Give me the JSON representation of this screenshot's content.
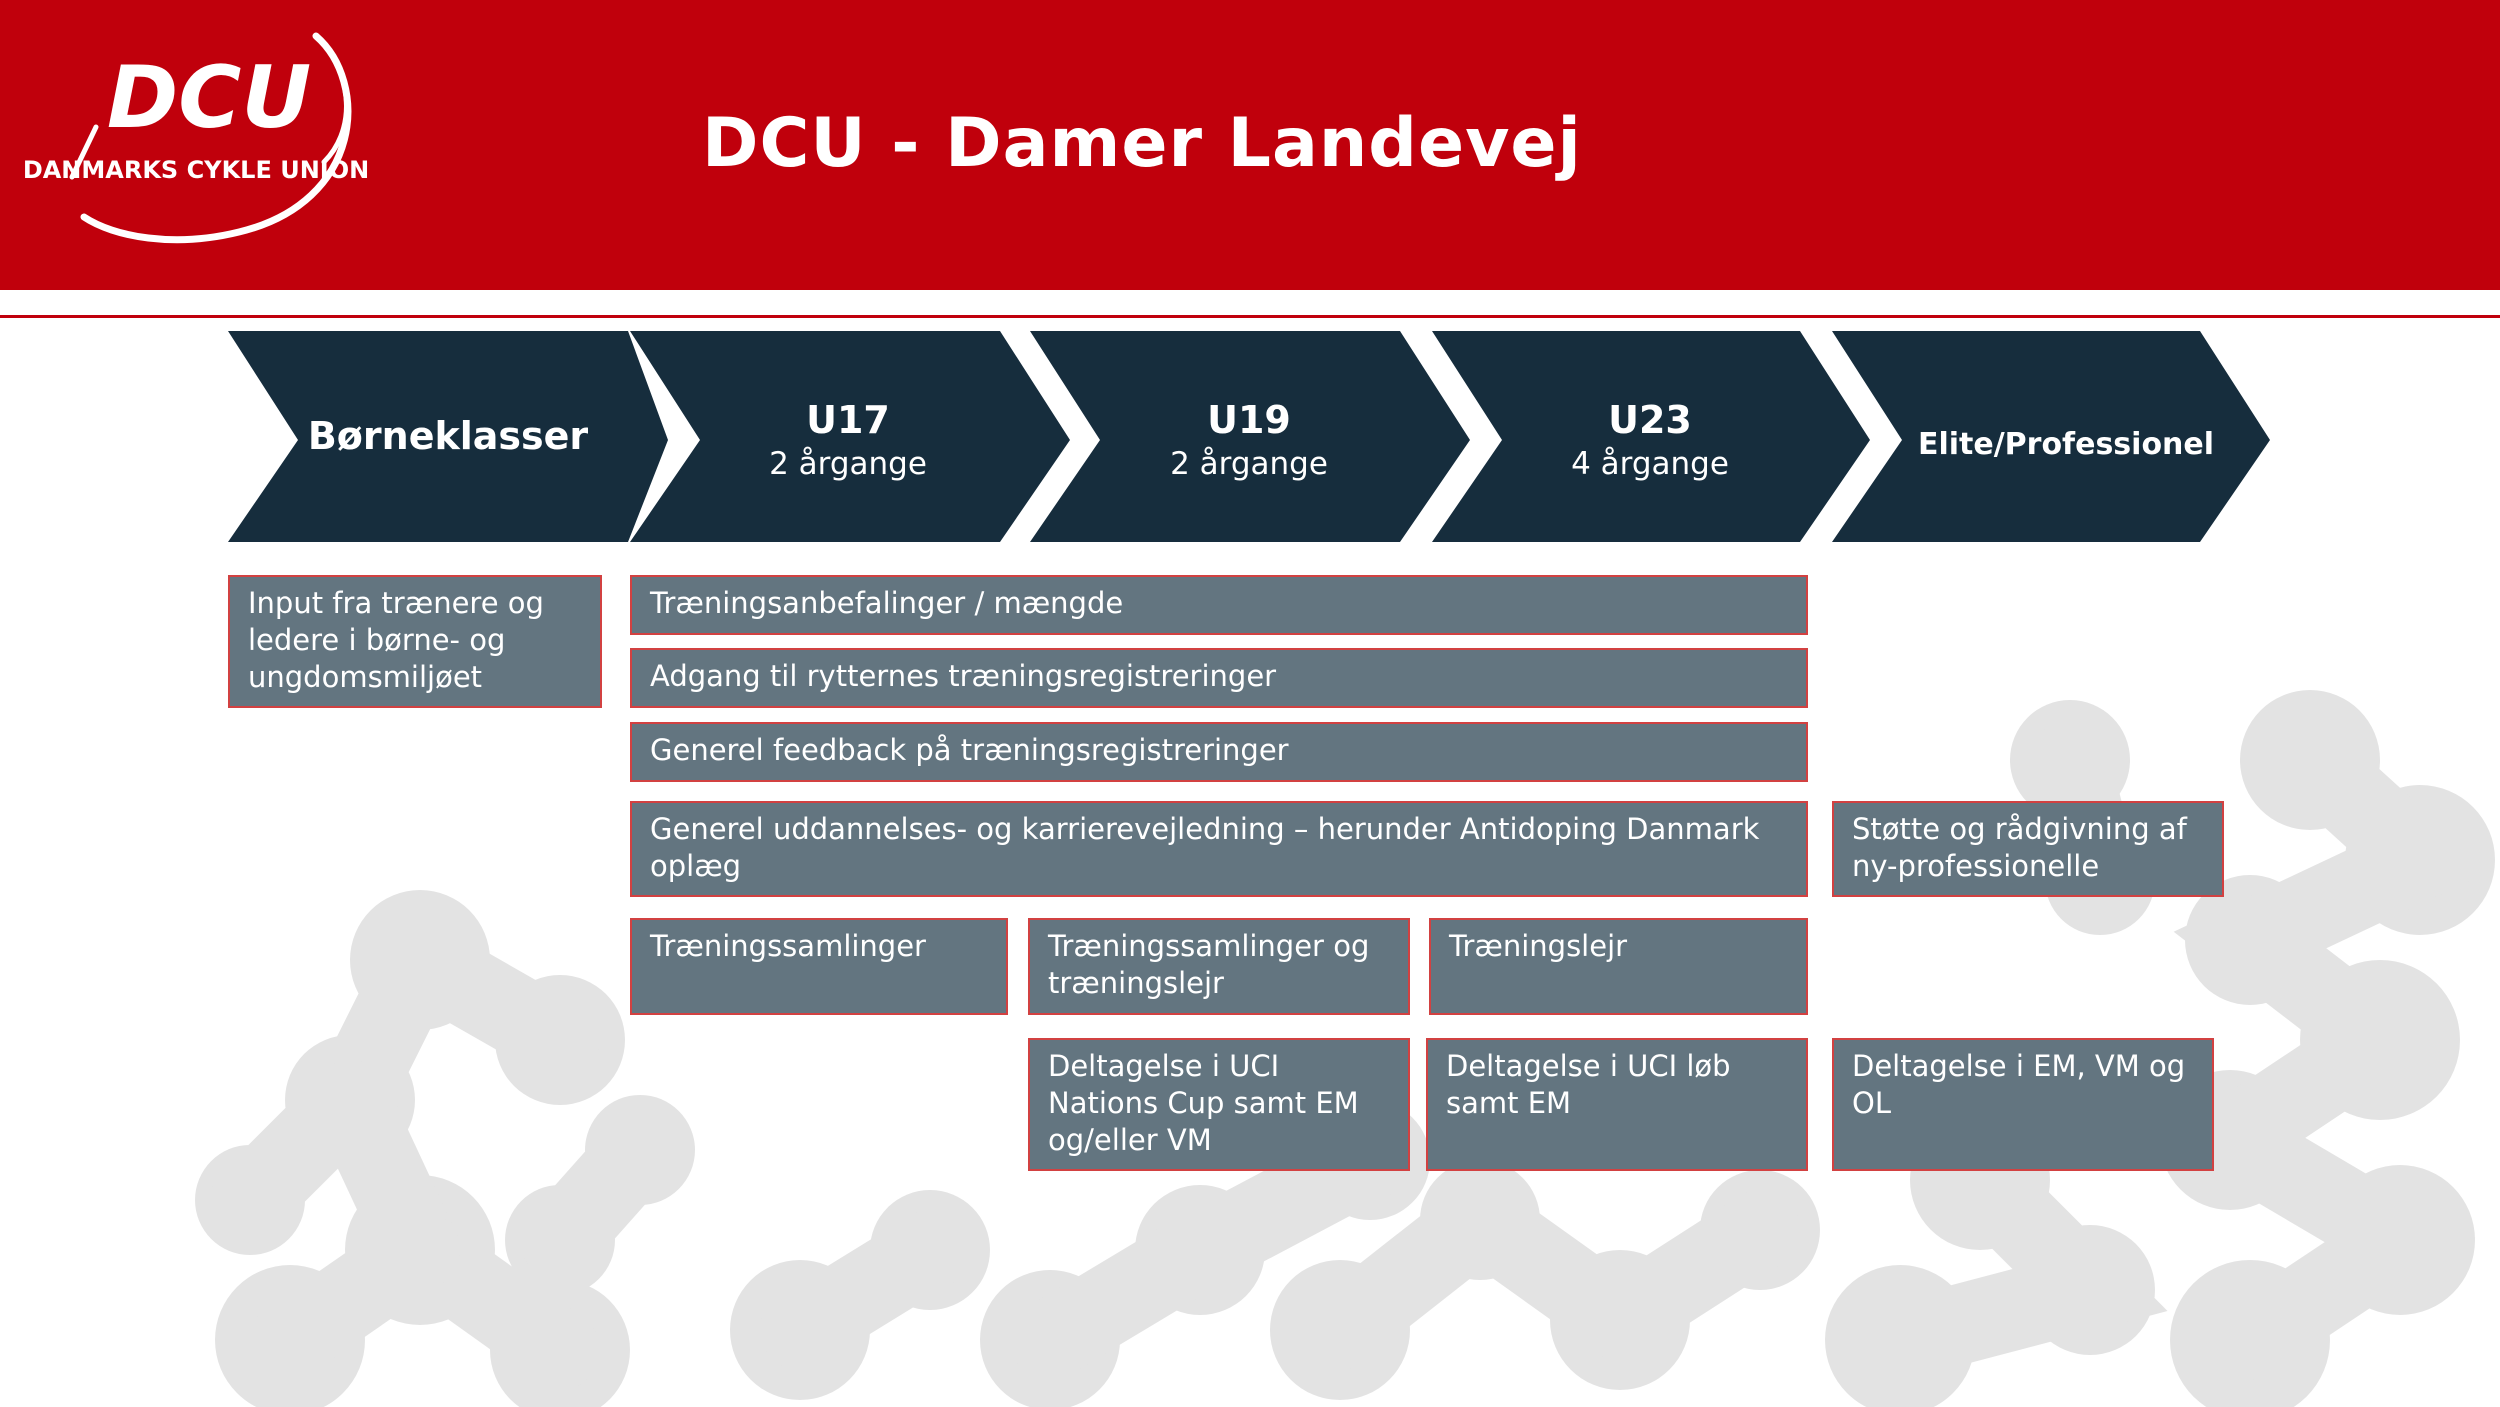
{
  "header": {
    "title": "DCU - Damer Landevej",
    "logo_text": "DCU",
    "logo_subtext": "DANMARKS CYKLE UNION"
  },
  "colors": {
    "header_red": "#c0000c",
    "chevron_navy": "#162d3d",
    "box_gray": "#637580",
    "box_border": "#d24141"
  },
  "stages": [
    {
      "title": "Børneklasser",
      "subtitle": ""
    },
    {
      "title": "U17",
      "subtitle": "2 årgange"
    },
    {
      "title": "U19",
      "subtitle": "2 årgange"
    },
    {
      "title": "U23",
      "subtitle": "4 årgange"
    },
    {
      "title": "Elite/Professionel",
      "subtitle": ""
    }
  ],
  "boxes": {
    "input": "Input fra trænere og ledere i børne- og ungdomsmiljøet",
    "recommendations": "Træningsanbefalinger / mængde",
    "access": "Adgang til rytternes træningsregistreringer",
    "feedback": "Generel feedback på træningsregistreringer",
    "education": "Generel uddannelses- og karrierevejledning – herunder Antidoping Danmark oplæg",
    "support": "Støtte og rådgivning af ny-professionelle",
    "camps_u17": "Træningssamlinger",
    "camps_u19": "Træningssamlinger og træningslejr",
    "camps_u23": "Træningslejr",
    "uci_u19": "Deltagelse i UCI Nations Cup samt EM og/eller VM",
    "uci_u23": "Deltagelse i UCI løb samt EM",
    "elite_champ": "Deltagelse i EM, VM og OL"
  }
}
